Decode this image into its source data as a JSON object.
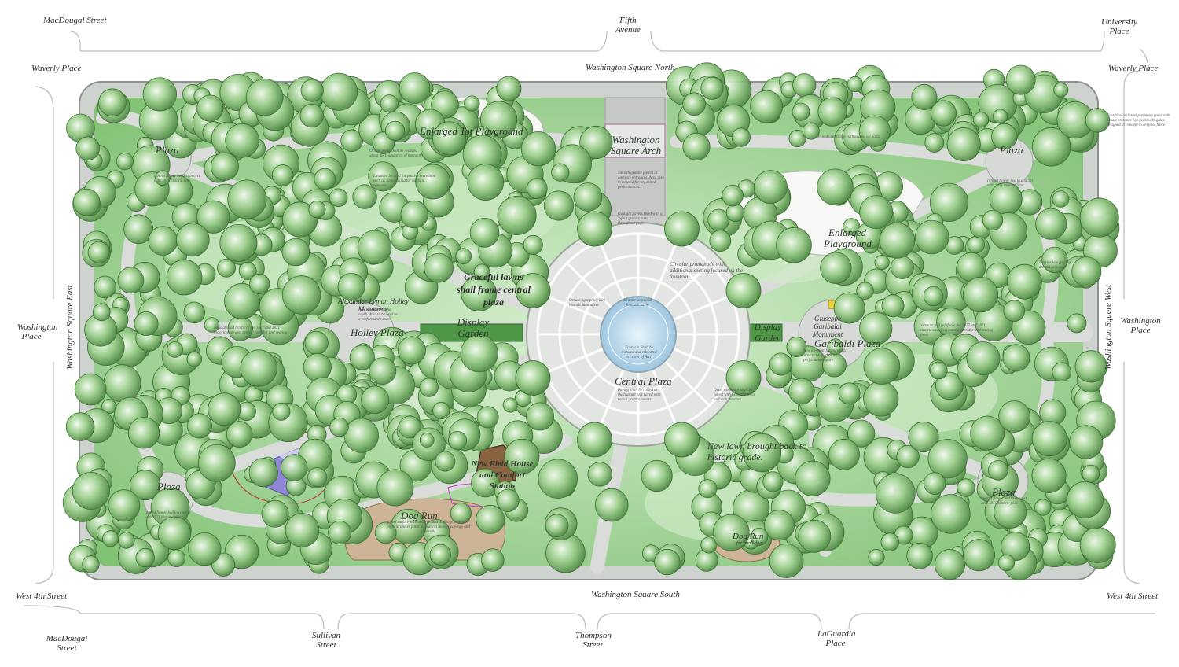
{
  "streets": {
    "macdougal_top": "MacDougal Street",
    "fifth_avenue": "Fifth Avenue",
    "university_place": "University Place",
    "waverly_place_left": "Waverly Place",
    "waverly_place_right": "Waverly Place",
    "washington_square_north": "Washington Square North",
    "washington_square_south": "Washington Square South",
    "washington_square_east": "Washington Square East",
    "washington_square_west": "Washington Square West",
    "washington_place_left": "Washington Place",
    "washington_place_right": "Washington Place",
    "west_4th_left": "West 4th Street",
    "west_4th_right": "West 4th Street",
    "macdougal_bottom": "MacDougal Street",
    "sullivan": "Sullivan Street",
    "thompson": "Thompson Street",
    "laguardia": "LaGuardia Place"
  },
  "features": {
    "tot_playground": "Enlarged Tot Playground",
    "arch": "Washington Square Arch",
    "enlarged_playground": "Enlarged Playground",
    "plaza_nw": "Plaza",
    "plaza_ne": "Plaza",
    "plaza_sw": "Plaza",
    "plaza_se": "Plaza",
    "graceful_lawns": "Graceful lawns shall frame central plaza",
    "holley_monument": "Alexander Lyman Holley Monument",
    "holley_plaza": "Holley Plaza",
    "display_garden_w": "Display Garden",
    "display_garden_e": "Display Garden",
    "garibaldi_monument": "Giuseppe Garibaldi Monument",
    "garibaldi_plaza": "Garibaldi Plaza",
    "central_plaza": "Central Plaza",
    "new_lawn": "New lawn brought back to historic grade.",
    "field_house": "New Field House and Comfort Station",
    "dog_run_big": "Dog Run",
    "dog_run_small": "Dog Run",
    "dog_run_small_note": "for small dogs"
  },
  "notes": {
    "circular_promenade": "Circular promenade with additional seating focused on the fountain.",
    "fountain": "Fountain Shall be restored and relocated to center of Arch",
    "granite_steps": "Granite steps and fountain basin",
    "paving_note": "Paving shall be raised to flush grade and paved with radial granite pavers",
    "outer_walkways": "Outer walkways shall be paved with asphalt pavers and with benches",
    "ornate_lights": "Ornate light poles with historic luminaires",
    "gateway": "Smooth granite pavers at gateway entrances. Area also to be used for organized performances.",
    "gaslight": "Gaslight pavers lined with a 2-foot granite band throughout park.",
    "lawns_passive": "Lawns to be used for passive recreation such as sunning and for outdoor concerts",
    "nw_paths": "Ornate paths shall be restored along the boundaries of the park",
    "reinstate_west": "reinstate and reinforce the 1827 and 1871 historic east-west central corridor and seating areas",
    "reinstate_east": "reinstate and reinforce the 1827 and 1871 historic east-west central corridor and seating areas",
    "holley_note": "New location, facing south. Area to be used as a performance space",
    "garibaldi_note": "New location, facing south. Area to be used as a performance space",
    "dog_run_note": "gravel surface with underground drainage with a 90\" high perimeter fence. Entrances along pathways and sidewalk.",
    "fence_note": "Cast-iron and steel perimeter fence with ornate entrance cap posts with gates designed in concept to original fence.",
    "bluestone_edge": "4\" wide bluestone curb edging all paths",
    "se_plaza": "central flower bed in concert with 1871 historic plan",
    "sw_plaza": "central flower bed in concert with 1871 historic plan",
    "ne_plaza": "central flower bed in concert with 1871 historic plan",
    "nw_plaza": "central flower bed in concert with 1871 historic plan",
    "interior_fence": "Interior low fencing around all lawns"
  },
  "colors": {
    "lawn": "#8fcf85",
    "lawn_light": "#c9e8bf",
    "path": "#d6d9d5",
    "path_edge": "#9fa39e",
    "tree": "#6cab5c",
    "tree_dark": "#3f7a36",
    "fountain": "#b9d9ee",
    "dog_run": "#cdb497",
    "field_house": "#8a6440",
    "playground_area": "#8a7fd6"
  }
}
